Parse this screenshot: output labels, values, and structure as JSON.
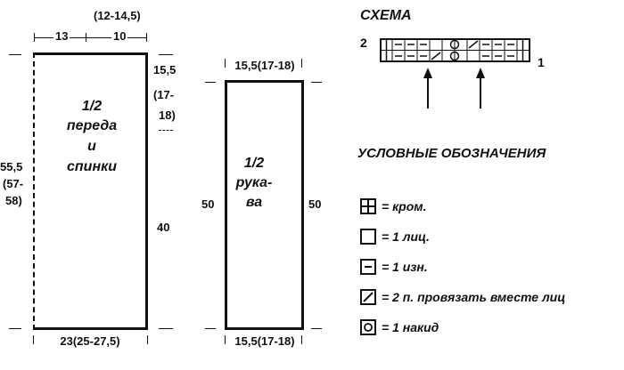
{
  "pattern_pieces": {
    "front_back": {
      "name_line1": "1/2",
      "name_line2": "переда",
      "name_line3": "и",
      "name_line4": "спинки",
      "top_left_width": "13",
      "top_right_width": "10",
      "top_right_width_sizes": "(12-14,5)",
      "right_shoulder_line1": "15,5",
      "right_shoulder_line2": "(17-",
      "right_shoulder_line3": "18)",
      "right_height": "40",
      "left_height_line1": "55,5",
      "left_height_line2": "(57-",
      "left_height_line3": "58)",
      "bottom_width": "23(25-27,5)"
    },
    "sleeve": {
      "name_line1": "1/2",
      "name_line2": "рука-",
      "name_line3": "ва",
      "top_width": "15,5(17-18)",
      "left_height": "50",
      "right_height": "50",
      "bottom_width": "15,5(17-18)"
    }
  },
  "scheme": {
    "title": "СХЕМА",
    "row_even": "2",
    "row_odd": "1"
  },
  "legend": {
    "title": "УСЛОВНЫЕ ОБОЗНАЧЕНИЯ",
    "items": [
      {
        "icon": "selvage-icon",
        "text": "= кром."
      },
      {
        "icon": "knit-icon",
        "text": "= 1 лиц."
      },
      {
        "icon": "purl-icon",
        "text": "= 1 изн."
      },
      {
        "icon": "k2tog-icon",
        "text": "= 2 п. провязать вместе лиц"
      },
      {
        "icon": "yarn-over-icon",
        "text": "= 1 накид"
      }
    ]
  }
}
